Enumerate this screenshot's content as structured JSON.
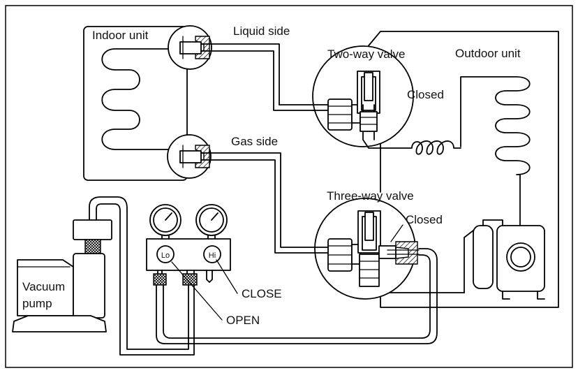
{
  "labels": {
    "indoor_unit": "Indoor unit",
    "liquid_side": "Liquid side",
    "gas_side": "Gas side",
    "two_way_valve": "Two-way valve",
    "outdoor_unit": "Outdoor unit",
    "closed_top": "Closed",
    "three_way_valve": "Three-way valve",
    "closed_bottom": "Closed",
    "vacuum": "Vacuum",
    "pump": "pump",
    "lo": "Lo",
    "hi": "Hi",
    "close": "CLOSE",
    "open": "OPEN"
  }
}
